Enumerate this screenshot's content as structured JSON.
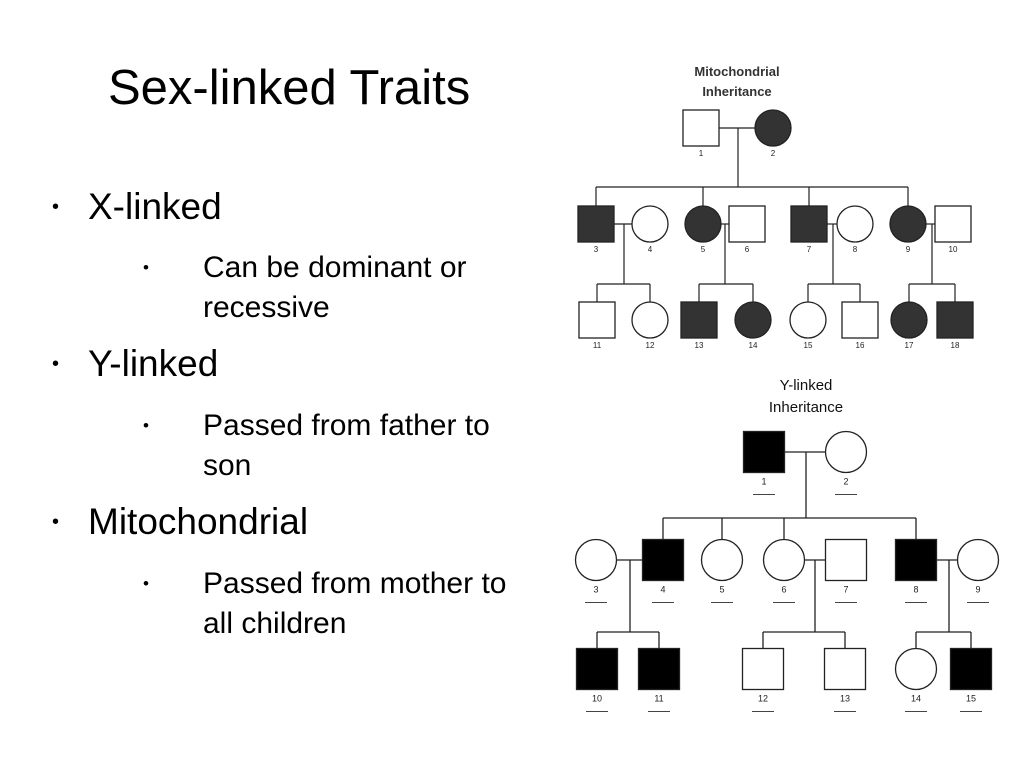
{
  "slide": {
    "title": "Sex-linked Traits",
    "bullets": [
      {
        "level": 1,
        "text": "X-linked"
      },
      {
        "level": 2,
        "lines": [
          "Can be dominant or",
          "recessive"
        ]
      },
      {
        "level": 1,
        "text": "Y-linked"
      },
      {
        "level": 2,
        "lines": [
          "Passed from father to",
          "son"
        ]
      },
      {
        "level": 1,
        "text": "Mitochondrial"
      },
      {
        "level": 2,
        "lines": [
          "Passed from mother to",
          "all children"
        ]
      }
    ],
    "bullet_glyph": "•"
  },
  "mito_pedigree": {
    "title_lines": [
      "Mitochondrial",
      "Inheritance"
    ],
    "affected_color": "#333333",
    "individuals": [
      {
        "id": "1",
        "sex": "male",
        "affected": false
      },
      {
        "id": "2",
        "sex": "female",
        "affected": true
      },
      {
        "id": "3",
        "sex": "male",
        "affected": true
      },
      {
        "id": "4",
        "sex": "female",
        "affected": false
      },
      {
        "id": "5",
        "sex": "female",
        "affected": true
      },
      {
        "id": "6",
        "sex": "male",
        "affected": false
      },
      {
        "id": "7",
        "sex": "male",
        "affected": true
      },
      {
        "id": "8",
        "sex": "female",
        "affected": false
      },
      {
        "id": "9",
        "sex": "female",
        "affected": true
      },
      {
        "id": "10",
        "sex": "male",
        "affected": false
      },
      {
        "id": "11",
        "sex": "male",
        "affected": false
      },
      {
        "id": "12",
        "sex": "female",
        "affected": false
      },
      {
        "id": "13",
        "sex": "male",
        "affected": true
      },
      {
        "id": "14",
        "sex": "female",
        "affected": true
      },
      {
        "id": "15",
        "sex": "female",
        "affected": false
      },
      {
        "id": "16",
        "sex": "male",
        "affected": false
      },
      {
        "id": "17",
        "sex": "female",
        "affected": true
      },
      {
        "id": "18",
        "sex": "male",
        "affected": true
      }
    ]
  },
  "y_pedigree": {
    "title_lines": [
      "Y-linked",
      "Inheritance"
    ],
    "affected_color": "#000000",
    "individuals": [
      {
        "id": "1",
        "sex": "male",
        "affected": true
      },
      {
        "id": "2",
        "sex": "female",
        "affected": false
      },
      {
        "id": "3",
        "sex": "female",
        "affected": false
      },
      {
        "id": "4",
        "sex": "male",
        "affected": true
      },
      {
        "id": "5",
        "sex": "female",
        "affected": false
      },
      {
        "id": "6",
        "sex": "female",
        "affected": false
      },
      {
        "id": "7",
        "sex": "male",
        "affected": false
      },
      {
        "id": "8",
        "sex": "male",
        "affected": true
      },
      {
        "id": "9",
        "sex": "female",
        "affected": false
      },
      {
        "id": "10",
        "sex": "male",
        "affected": true
      },
      {
        "id": "11",
        "sex": "male",
        "affected": true
      },
      {
        "id": "12",
        "sex": "male",
        "affected": false
      },
      {
        "id": "13",
        "sex": "male",
        "affected": false
      },
      {
        "id": "14",
        "sex": "female",
        "affected": false
      },
      {
        "id": "15",
        "sex": "male",
        "affected": true
      }
    ]
  }
}
